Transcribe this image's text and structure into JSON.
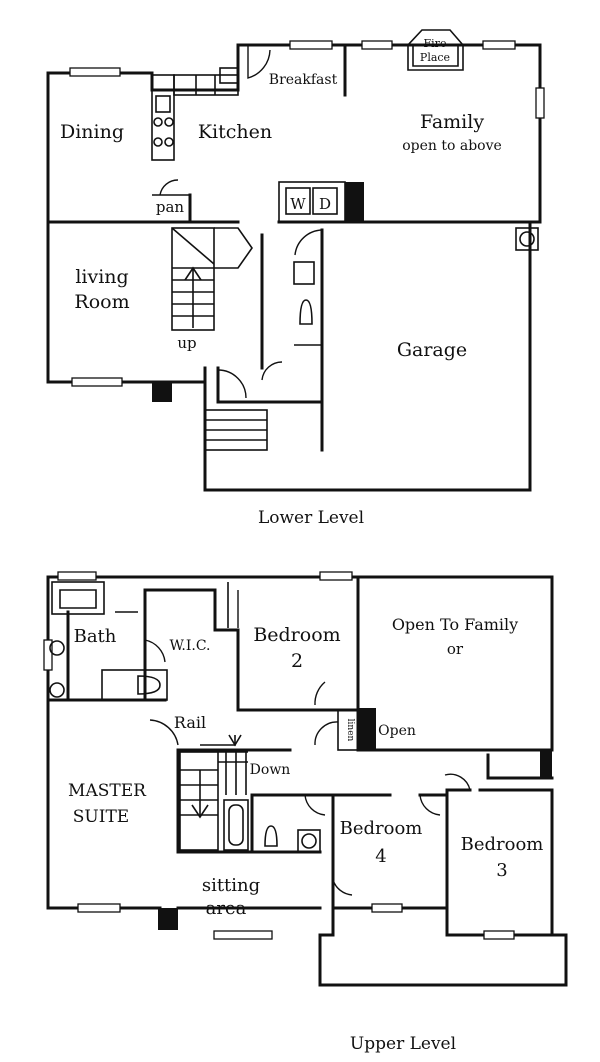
{
  "lower": {
    "caption": "Lower Level",
    "rooms": {
      "dining": "Dining",
      "kitchen": "Kitchen",
      "breakfast": "Breakfast",
      "fireplace_line1": "Fire",
      "fireplace_line2": "Place",
      "family_line1": "Family",
      "family_line2": "open to above",
      "pantry": "pan",
      "washer": "W",
      "dryer": "D",
      "living_line1": "living",
      "living_line2": "Room",
      "stairs_up": "up",
      "garage": "Garage"
    }
  },
  "upper": {
    "caption": "Upper Level",
    "rooms": {
      "bath": "Bath",
      "wic": "W.I.C.",
      "bedroom2_line1": "Bedroom",
      "bedroom2_line2": "2",
      "open_family_line1": "Open To Family",
      "open_family_line2": "or",
      "open": "Open",
      "linen": "linen",
      "rail": "Rail",
      "down": "Down",
      "master_line1": "MASTER",
      "master_line2": "SUITE",
      "bedroom4_line1": "Bedroom",
      "bedroom4_line2": "4",
      "bedroom3_line1": "Bedroom",
      "bedroom3_line2": "3",
      "sitting_line1": "sitting",
      "sitting_line2": "area"
    }
  }
}
